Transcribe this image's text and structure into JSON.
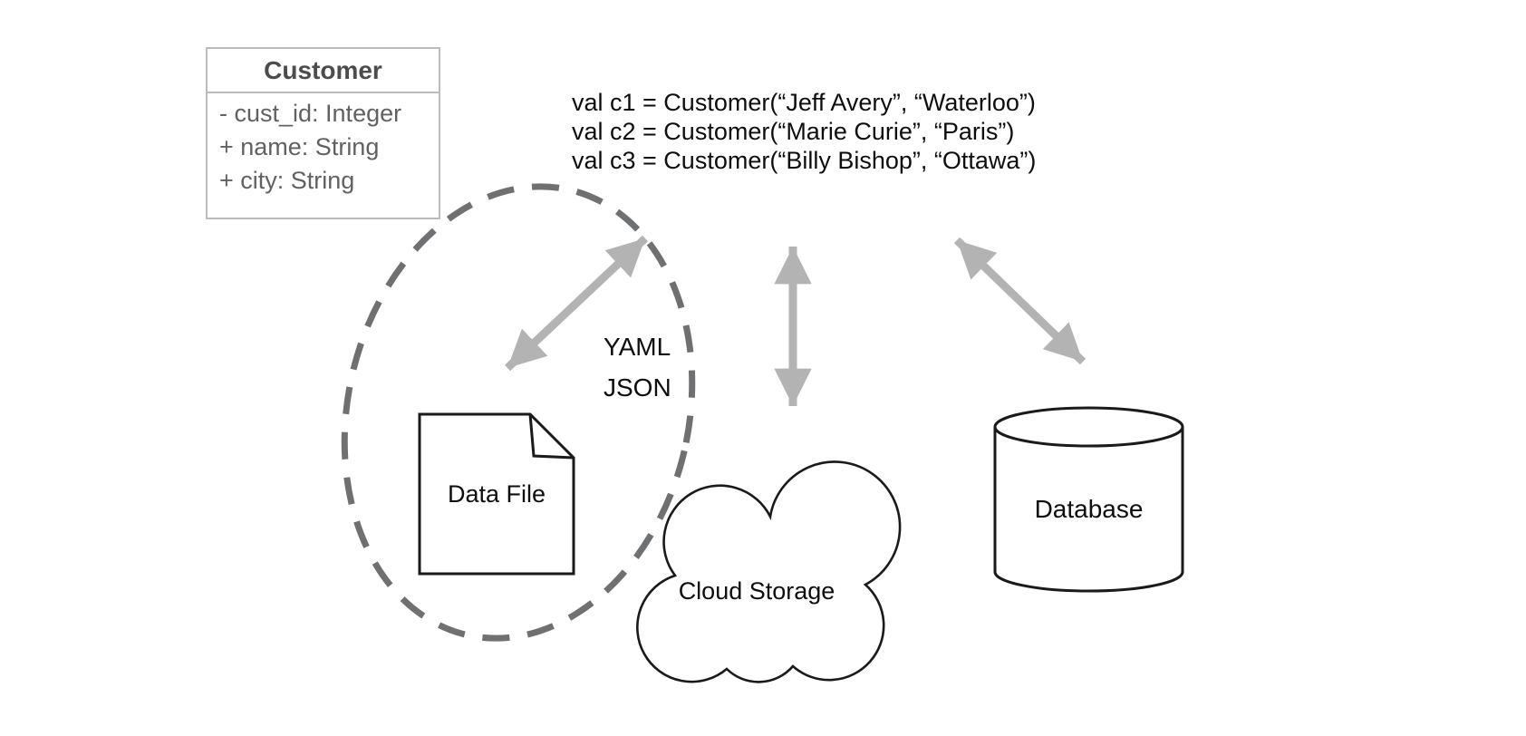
{
  "uml_class": {
    "title": "Customer",
    "attributes": [
      "- cust_id: Integer",
      "+ name: String",
      "+ city: String"
    ]
  },
  "code": {
    "lines": [
      "val c1 = Customer(“Jeff Avery”, “Waterloo”)",
      "val c2 = Customer(“Marie Curie”, “Paris”)",
      "val c3 = Customer(“Billy Bishop”, “Ottawa”)"
    ]
  },
  "serialization_formats": {
    "yaml": "YAML",
    "json": "JSON"
  },
  "storage_nodes": {
    "data_file_label": "Data File",
    "cloud_label": "Cloud Storage",
    "database_label": "Database"
  },
  "colors": {
    "arrow": "#b3b3b3",
    "dashed_ellipse": "#6f7072",
    "uml_border": "#b8bcbe",
    "uml_title_text": "#4b4c4e",
    "uml_attribute_text": "#5f6163",
    "shape_stroke": "#1a1a1a",
    "text": "#0e0e0e"
  }
}
